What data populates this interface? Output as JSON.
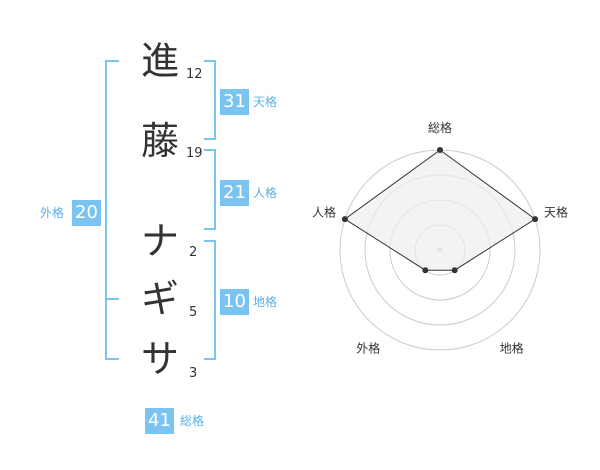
{
  "name_chars": [
    {
      "char": "進",
      "strokes": "12"
    },
    {
      "char": "藤",
      "strokes": "19"
    },
    {
      "char": "ナ",
      "strokes": "2"
    },
    {
      "char": "ギ",
      "strokes": "5"
    },
    {
      "char": "サ",
      "strokes": "3"
    }
  ],
  "kaku": {
    "tenkaku": {
      "value": "31",
      "label": "天格"
    },
    "jinkaku": {
      "value": "21",
      "label": "人格"
    },
    "chikaku": {
      "value": "10",
      "label": "地格"
    },
    "gaikaku": {
      "value": "20",
      "label": "外格"
    },
    "soukaku": {
      "value": "41",
      "label": "総格"
    }
  },
  "chart_data": {
    "type": "radar",
    "axes": [
      "総格",
      "天格",
      "地格",
      "外格",
      "人格"
    ],
    "values": [
      4,
      4,
      1,
      1,
      4
    ],
    "rlim": [
      0,
      4
    ],
    "rings": 4,
    "colors": {
      "fill": "#eeeeee",
      "line": "#333333",
      "ring": "#cccccc",
      "point": "#333333",
      "center": "#cccccc"
    }
  },
  "colors": {
    "accent": "#7cc4f0",
    "label": "#5bb0e6",
    "text": "#333333"
  }
}
